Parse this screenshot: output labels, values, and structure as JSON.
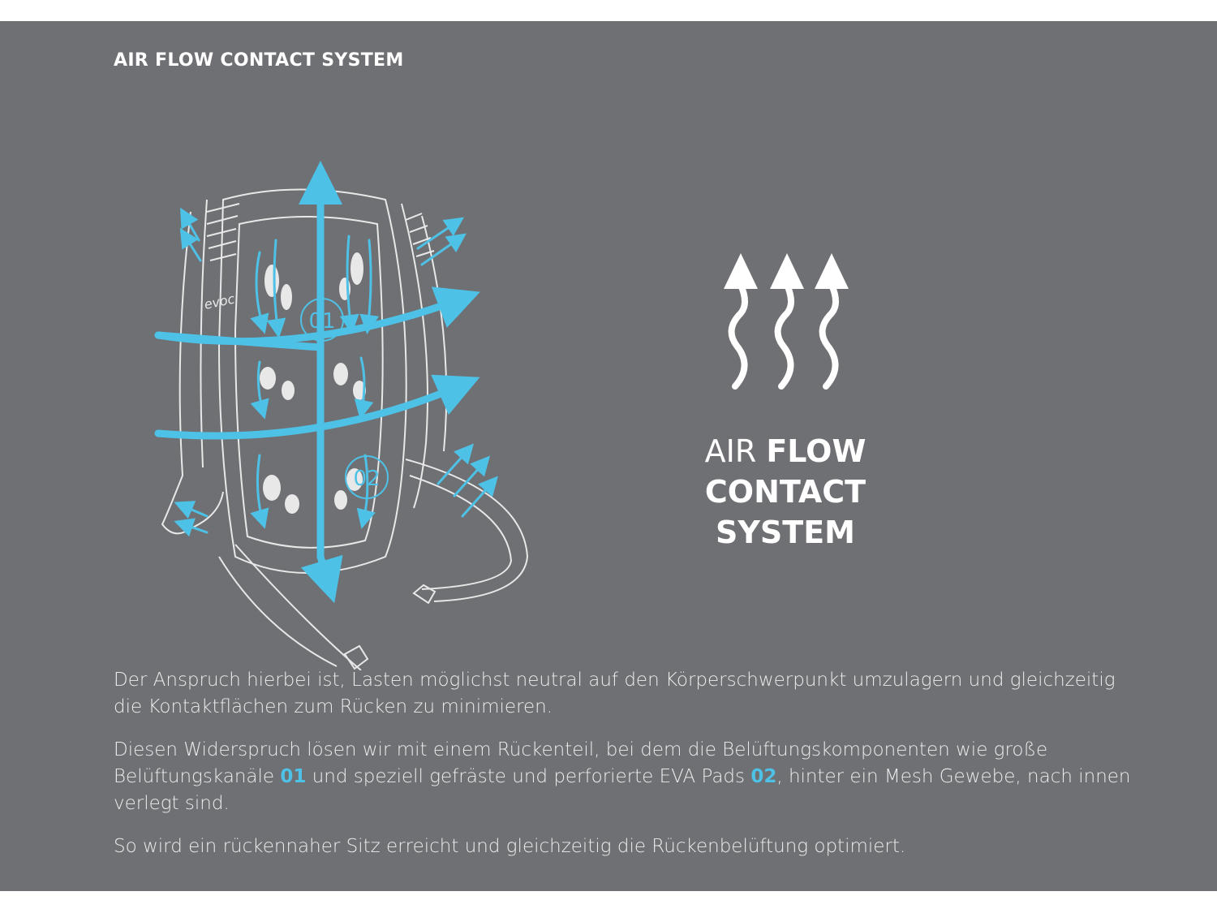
{
  "section_title": "AIR FLOW CONTACT SYSTEM",
  "illustration": {
    "brand_mark": "evoc",
    "label_channels": "01",
    "label_pads": "02"
  },
  "logo": {
    "line1_light": "AIR",
    "line1_bold": "FLOW",
    "line2": "CONTACT",
    "line3": "SYSTEM"
  },
  "paragraphs": {
    "p1": "Der Anspruch hierbei ist, Lasten möglichst neutral auf den Körperschwerpunkt umzulagern und gleichzeitig die Kontaktflächen zum Rücken zu minimieren.",
    "p2_part1": "Diesen Widerspruch lösen wir mit einem Rückenteil, bei dem die Belüftungskomponenten wie große Belüftungskanäle ",
    "p2_ref1": "01",
    "p2_part2": " und speziell gefräste und perforierte EVA Pads ",
    "p2_ref2": "02",
    "p2_part3": ", hinter ein Mesh Gewebe, nach innen verlegt sind.",
    "p3": "So wird ein rückennaher Sitz erreicht und gleichzeitig die Rückenbelüftung optimiert."
  },
  "colors": {
    "panel_bg": "#6f7073",
    "accent_blue": "#4ec1e6",
    "text": "#ececec"
  }
}
